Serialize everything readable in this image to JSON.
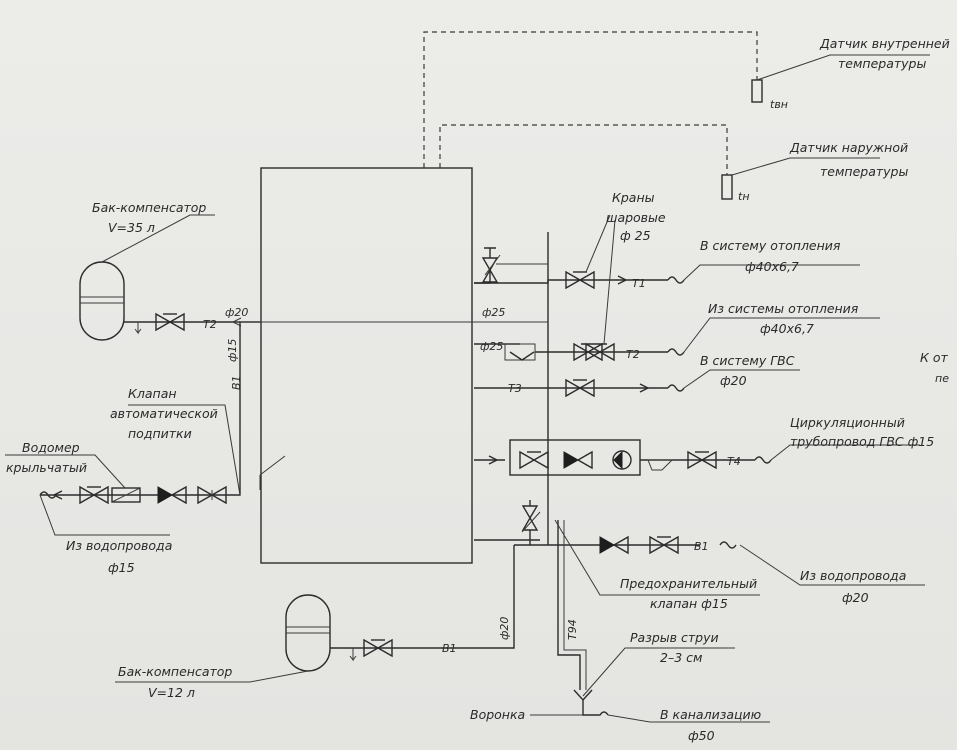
{
  "labels": {
    "sensor_inner_1": "Датчик внутренней",
    "sensor_inner_2": "температуры",
    "t_vn": "tвн",
    "sensor_outer_1": "Датчик наружной",
    "sensor_outer_2": "температуры",
    "t_n": "tн",
    "valves_1": "Краны",
    "valves_2": "шаровые",
    "valves_3": "ф 25",
    "comp35_1": "Бак-компенсатор",
    "comp35_2": "V=35 л",
    "to_heating_1": "В систему отопления",
    "to_heating_2": "ф40х6,7",
    "from_heating_1": "Из системы отопления",
    "from_heating_2": "ф40х6,7",
    "to_gvs_1": "В систему ГВС",
    "to_gvs_2": "ф20",
    "k_ot_1": "К от",
    "k_ot_2": "пе",
    "circ_1": "Циркуляционный",
    "circ_2": "трубопровод ГВС ф15",
    "klapan_1": "Клапан",
    "klapan_2": "автоматической",
    "klapan_3": "подпитки",
    "vodomer_1": "Водомер",
    "vodomer_2": "крыльчатый",
    "from_water15_1": "Из водопровода",
    "from_water15_2": "ф15",
    "from_water20_1": "Из водопровода",
    "from_water20_2": "ф20",
    "safety_1": "Предохранительный",
    "safety_2": "клапан ф15",
    "break_1": "Разрыв струи",
    "break_2": "2–3 см",
    "funnel": "Воронка",
    "sewer_1": "В канализацию",
    "sewer_2": "ф50",
    "comp12_1": "Бак-компенсатор",
    "comp12_2": "V=12 л",
    "t1": "Т1",
    "t2a": "Т2",
    "t2b": "Т2",
    "t3": "Т3",
    "t4": "Т4",
    "t94": "Т94",
    "b1a": "В1",
    "b1b": "В1",
    "b1c": "В1",
    "d20a": "ф20",
    "d20b": "ф20",
    "d15": "ф15",
    "d25a": "ф25",
    "d25b": "ф25"
  }
}
